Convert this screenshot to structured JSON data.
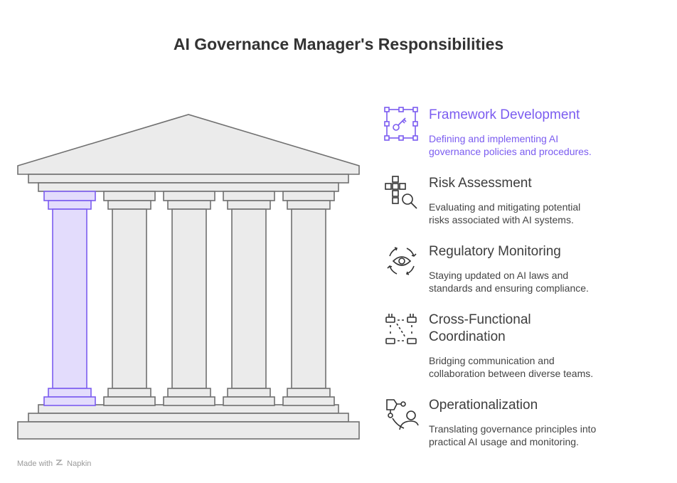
{
  "title": "AI Governance Manager's Responsibilities",
  "colors": {
    "accent": "#7b5cf0",
    "accent_fill": "#e3dcfc",
    "stone_fill": "#ebebeb",
    "stone_stroke": "#707070",
    "text_dark": "#333333"
  },
  "items": [
    {
      "icon": "key-frame-icon",
      "heading": [
        "Framework Development"
      ],
      "desc": [
        "Defining and implementing AI",
        "governance policies and procedures."
      ],
      "active": true
    },
    {
      "icon": "grid-search-icon",
      "heading": [
        "Risk Assessment"
      ],
      "desc": [
        "Evaluating and mitigating potential",
        "risks associated with AI systems."
      ],
      "active": false
    },
    {
      "icon": "eye-cycle-icon",
      "heading": [
        "Regulatory Monitoring"
      ],
      "desc": [
        "Staying updated on AI laws and",
        "standards and ensuring compliance."
      ],
      "active": false
    },
    {
      "icon": "network-nodes-icon",
      "heading": [
        "Cross-Functional",
        "Coordination"
      ],
      "desc": [
        "Bridging communication and",
        "collaboration between diverse teams."
      ],
      "active": false
    },
    {
      "icon": "robot-person-icon",
      "heading": [
        "Operationalization"
      ],
      "desc": [
        "Translating governance principles into",
        "practical AI usage and monitoring."
      ],
      "active": false
    }
  ],
  "footer": {
    "made_with": "Made with",
    "brand": "Napkin"
  }
}
